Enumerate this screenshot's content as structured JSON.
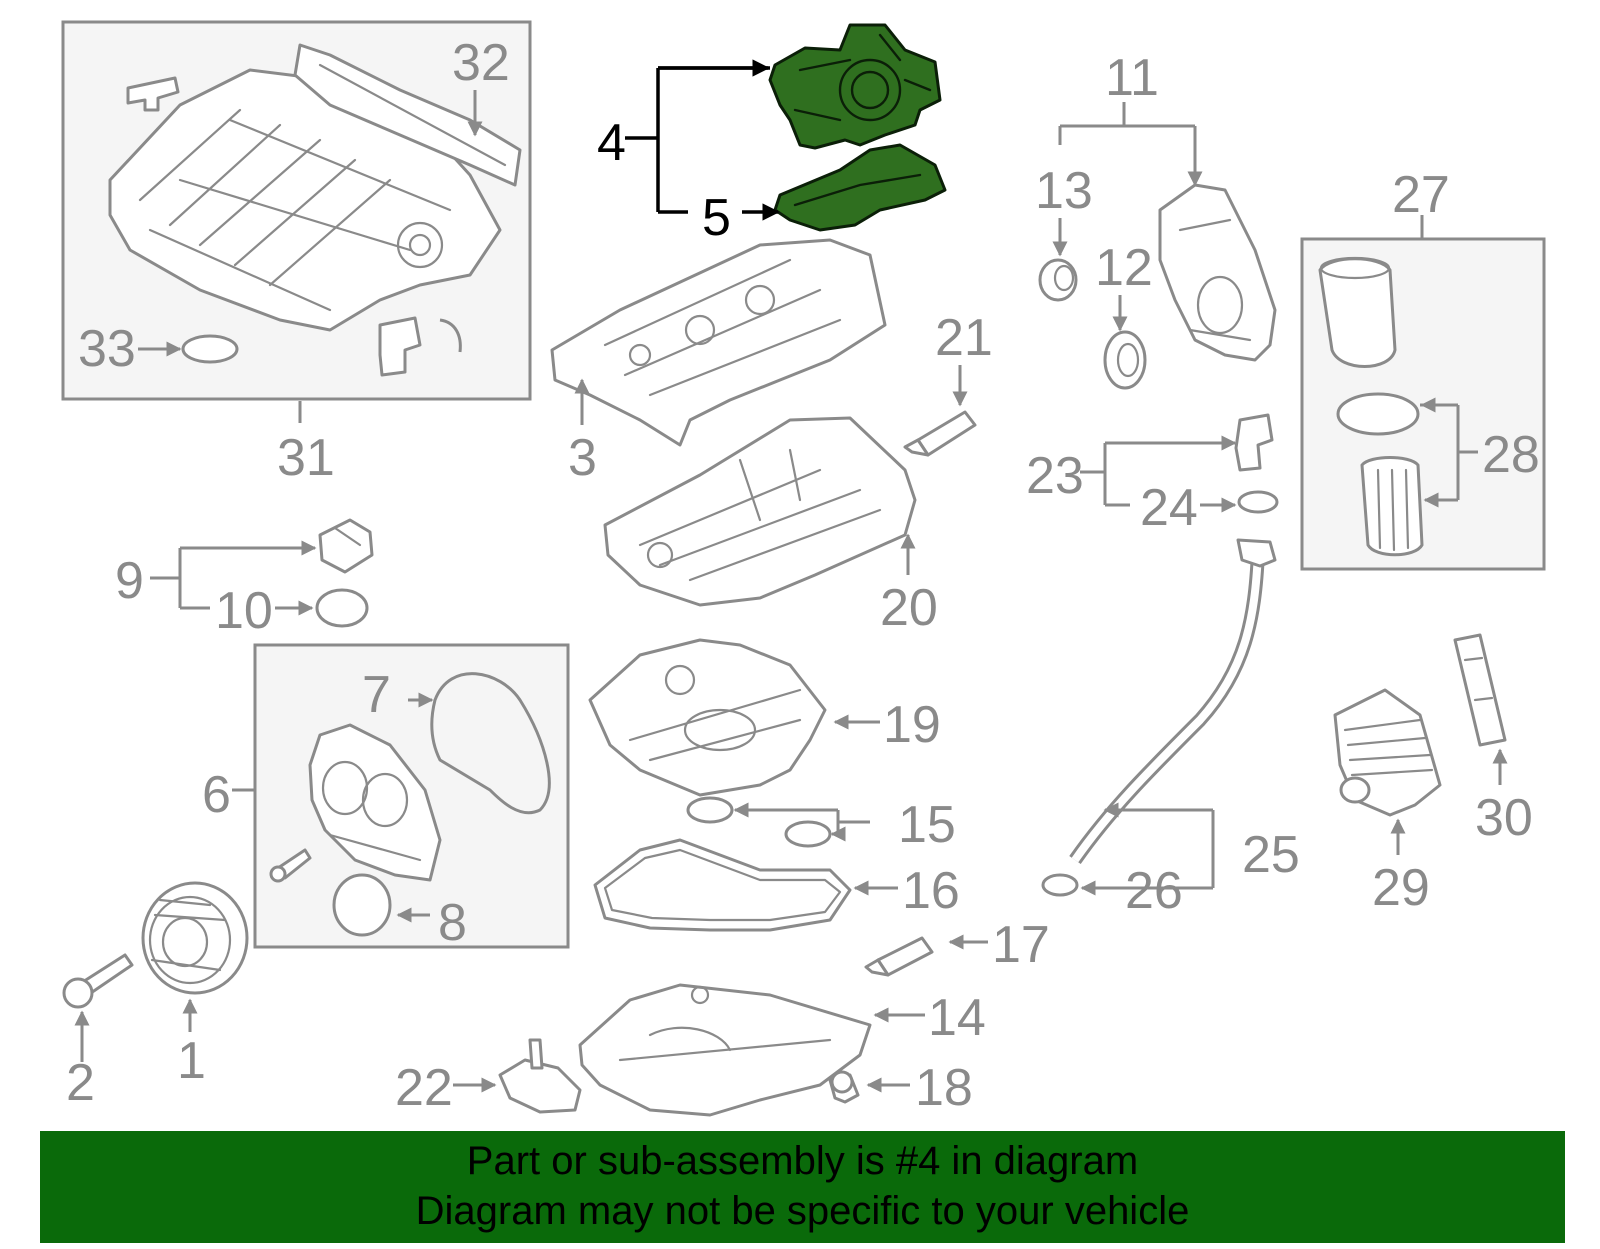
{
  "colors": {
    "highlight_fill": "#2f6f1f",
    "highlight_outline": "#0b1f08",
    "line_art": "#8a8a8a",
    "banner_background": "#0a6a0a",
    "banner_text": "#000000"
  },
  "highlighted_part": "4",
  "callouts": {
    "c1": "1",
    "c2": "2",
    "c3": "3",
    "c4": "4",
    "c5": "5",
    "c6": "6",
    "c7": "7",
    "c8": "8",
    "c9": "9",
    "c10": "10",
    "c11": "11",
    "c12": "12",
    "c13": "13",
    "c14": "14",
    "c15": "15",
    "c16": "16",
    "c17": "17",
    "c18": "18",
    "c19": "19",
    "c20": "20",
    "c21": "21",
    "c22": "22",
    "c23": "23",
    "c24": "24",
    "c25": "25",
    "c26": "26",
    "c27": "27",
    "c28": "28",
    "c29": "29",
    "c30": "30",
    "c31": "31",
    "c32": "32",
    "c33": "33"
  },
  "banner": {
    "line1": "Part or sub-assembly is #4 in diagram",
    "line2": "Diagram may not be specific to your vehicle"
  }
}
